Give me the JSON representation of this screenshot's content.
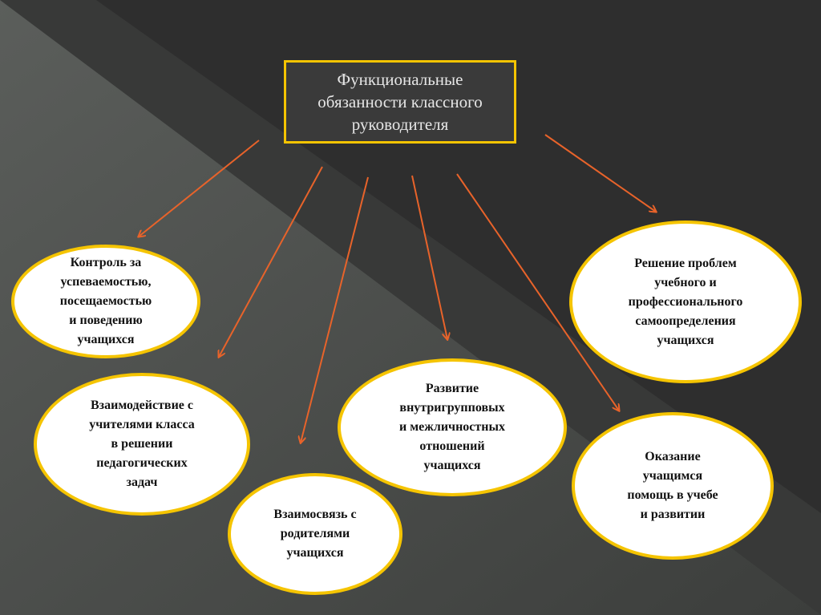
{
  "title": "Функциональные\nобязанности классного\nруководителя",
  "nodes": {
    "control": "Контроль за\nуспеваемостью,\nпосещаемостью\nи поведению\nучащихся",
    "interaction": "Взаимодействие с\nучителями класса\nв решении\nпедагогических\nзадач",
    "parents": "Взаимосвязь с\nродителями\nучащихся",
    "relations": "Развитие\nвнутригрупповых\nи межличностных\nотношений\nучащихся",
    "career": "Решение проблем\nучебного и\nпрофессионального\nсамоопределения\nучащихся",
    "help": "Оказание\nучащимся\nпомощь в учебе\nи развитии"
  },
  "colors": {
    "border": "#f5c400",
    "arrow": "#e8632a",
    "background": "#2f2f2f"
  }
}
